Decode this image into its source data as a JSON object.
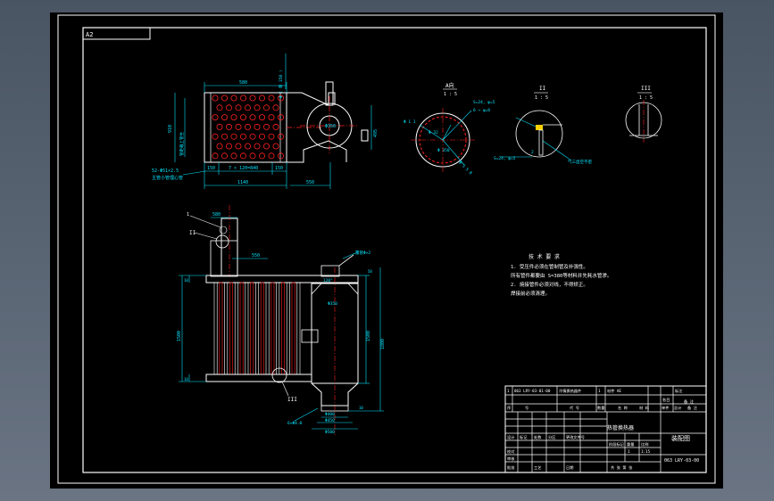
{
  "sheet": {
    "size_tag": "A2",
    "colors": {
      "paper": "#000000",
      "frame": "#ffffff",
      "dimension": "#00e5ff",
      "outline": "#ffffff",
      "hidden_line": "#ff2020",
      "center_line": "#ff2020",
      "note": "#ffffff"
    }
  },
  "plan_view": {
    "dims": {
      "top_width": "580",
      "left_total": "910",
      "left_inner": "管距载上管坐",
      "bottom_a": "150",
      "bottom_b": "7 × 120=840",
      "bottom_c": "150",
      "overall_width": "1140",
      "right_offset": "550",
      "right_height": "495",
      "circle_dia": "Φ350",
      "top_right_vertical": "Φ ( 单 350 )"
    },
    "callout": "52-Φ51×2.5",
    "callout_note": "主管小管理心管"
  },
  "section_a": {
    "title": "A向",
    "scale": "1 : 5",
    "labels": [
      "S=24, φ=5",
      "6 → φ=8",
      "Φ 1 1",
      "Φ 32",
      "Φ 350",
      "Φ 3 5 8"
    ]
  },
  "detail_2": {
    "title": "II",
    "scale": "1 : 5",
    "labels": [
      "S=24, φ=5",
      "2",
      "气三齿空不密"
    ]
  },
  "detail_3": {
    "title": "III",
    "scale": "1 : 5"
  },
  "front_view": {
    "labels": {
      "mark_1": "1",
      "mark_2": "II",
      "mark_3": "III",
      "top_dim": "580",
      "shell_dia": "Φ350",
      "mid_dim": "550",
      "top_note": "覆管Φ×2",
      "pipe_dim": "120°",
      "left_height": "1500",
      "right_height": "1500",
      "right_overall": "1800",
      "left_top": "10",
      "left_bottom": "10",
      "cone_small": "Φ400",
      "cone_mid": "Φ450",
      "cone_big": "Φ500",
      "bottom_left": "6×Φ8.0",
      "plate_top": "50",
      "plate_bot": "10"
    }
  },
  "tech_req": {
    "title": "技 术 要 求",
    "lines": [
      "1. 受压件必须在管制管及补强性。",
      "   所有管件都要由 S=380等材料并先耗水管渗。",
      "2. 焼接管件必须对线，不得矫正。",
      "   焊接前必须清理。"
    ]
  },
  "title_block": {
    "rev_row1": [
      "1",
      "063 LRY-03-01-00",
      "冷情换热器件",
      "1",
      "材件 AE",
      "标注"
    ],
    "rev_row2": [
      "",
      "",
      "",
      "",
      "各目",
      "备 注"
    ],
    "header": [
      "序",
      "号",
      "代 号",
      "名 称",
      "数量",
      "材 料",
      "单件",
      "总计",
      "备 注"
    ],
    "product_name": "热管换热器",
    "assembly": "装配图",
    "drawing_no": "063 LRY-03-00",
    "sign_rows": [
      [
        "设计",
        "校对",
        "审核",
        "批准"
      ],
      [
        "标记",
        "处数",
        "分区",
        "更改文件号"
      ],
      [
        "工艺",
        "",
        "日期",
        ""
      ]
    ],
    "scale": "1:15",
    "mass": "1",
    "sheet_info": "共 张  第 张",
    "stage_label": "阶段标记",
    "weight_label": "重量",
    "scale_label": "比例"
  }
}
